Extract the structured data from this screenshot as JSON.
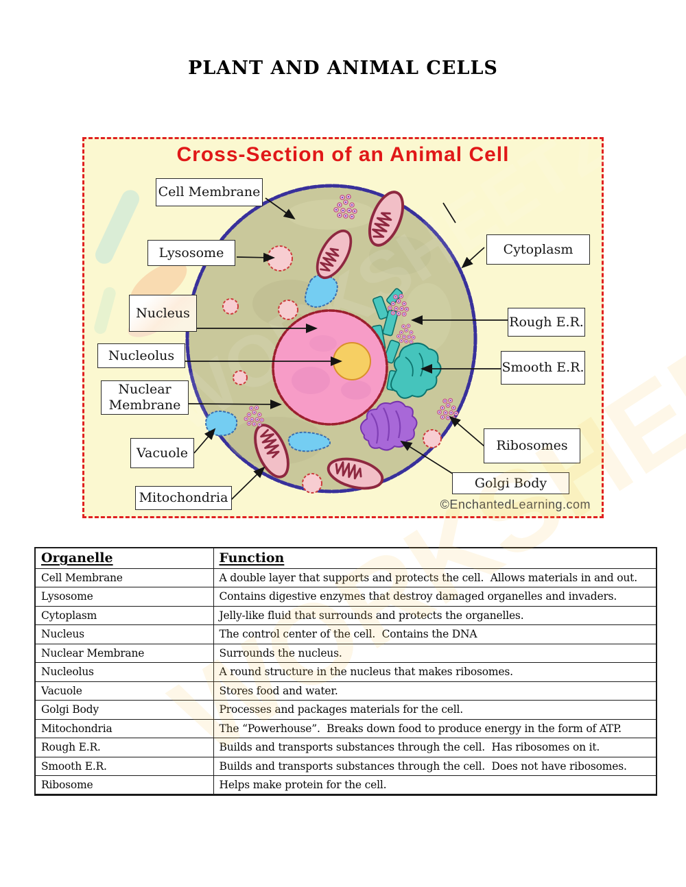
{
  "page": {
    "title": "PLANT AND ANIMAL CELLS"
  },
  "watermark": {
    "text": "WORKSHEETZONE"
  },
  "diagram": {
    "title": "Cross-Section of an Animal Cell",
    "copyright": "©EnchantedLearning.com",
    "labels": [
      {
        "id": "cell-membrane",
        "text": "Cell Membrane"
      },
      {
        "id": "lysosome",
        "text": "Lysosome"
      },
      {
        "id": "nucleus",
        "text": "Nucleus"
      },
      {
        "id": "nucleolus",
        "text": "Nucleolus"
      },
      {
        "id": "nuclear-membrane",
        "text": "Nuclear\nMembrane"
      },
      {
        "id": "vacuole",
        "text": "Vacuole"
      },
      {
        "id": "mitochondria",
        "text": "Mitochondria"
      },
      {
        "id": "cytoplasm",
        "text": "Cytoplasm"
      },
      {
        "id": "rough-er",
        "text": "Rough E.R."
      },
      {
        "id": "smooth-er",
        "text": "Smooth E.R."
      },
      {
        "id": "ribosomes",
        "text": "Ribosomes"
      },
      {
        "id": "golgi-body",
        "text": "Golgi Body"
      }
    ],
    "colors": {
      "border_red": "#e02020",
      "title_red": "#e01818",
      "background_yellow": "#fbf8d0",
      "cell_olive": "#c9c89b",
      "membrane_purple": "#38309b",
      "nucleus_pink": "#f79cc7",
      "nucleolus_yellow": "#f6cf63",
      "lysosome_pink": "#f7cdd1",
      "vacuole_blue": "#74cdf2",
      "er_teal": "#45c4bc",
      "golgi_purple": "#a868d8",
      "mitochondria_red": "#8e2840"
    }
  },
  "table": {
    "headers": {
      "organelle": "Organelle",
      "function": "Function"
    },
    "rows": [
      {
        "organelle": "Cell Membrane",
        "function": "A double layer that supports and protects the cell.  Allows materials in and out."
      },
      {
        "organelle": "Lysosome",
        "function": "Contains digestive enzymes that destroy damaged organelles and invaders."
      },
      {
        "organelle": "Cytoplasm",
        "function": "Jelly-like fluid that surrounds and protects the organelles."
      },
      {
        "organelle": "Nucleus",
        "function": "The control center of the cell.  Contains the DNA"
      },
      {
        "organelle": "Nuclear Membrane",
        "function": "Surrounds the nucleus."
      },
      {
        "organelle": "Nucleolus",
        "function": "A round structure in the nucleus that makes ribosomes."
      },
      {
        "organelle": "Vacuole",
        "function": "Stores food and water."
      },
      {
        "organelle": "Golgi Body",
        "function": "Processes and packages materials for the cell."
      },
      {
        "organelle": "Mitochondria",
        "function": "The “Powerhouse”.  Breaks down food to produce energy in the form of ATP."
      },
      {
        "organelle": "Rough E.R.",
        "function": "Builds and transports substances through the cell.  Has ribosomes on it."
      },
      {
        "organelle": "Smooth E.R.",
        "function": "Builds and transports substances through the cell.  Does not have ribosomes."
      },
      {
        "organelle": "Ribosome",
        "function": "Helps make protein for the cell."
      }
    ]
  }
}
